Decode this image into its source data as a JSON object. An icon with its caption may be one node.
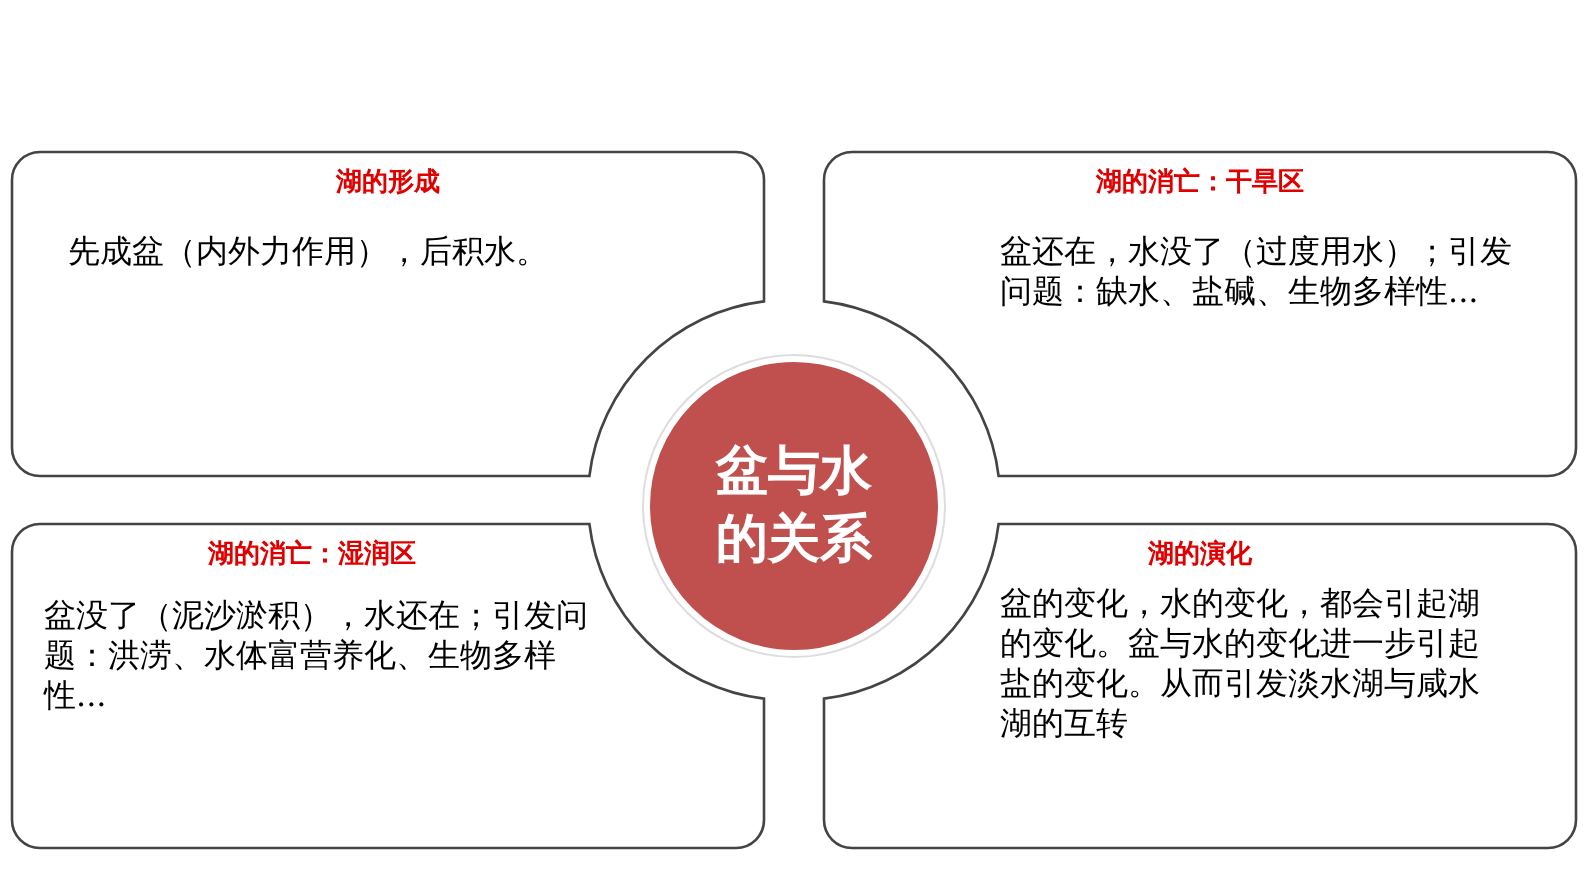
{
  "diagram": {
    "nodes": [
      {
        "text": [
          "湖的形成",
          "先成盆（内外力作用），后积水。"
        ]
      },
      {
        "text": [
          "湖的消亡：干旱区",
          "盆还在，水没了（过度用水）；引发问题：缺水、盐碱、生物多样性..."
        ]
      },
      {
        "text": [
          "盆与水的关系"
        ]
      },
      {
        "text": [
          "湖的消亡：湿润区",
          "盆没了（泥沙淤积），水还在；引发问题：洪涝、水体富营养化、生物多样性..."
        ]
      },
      {
        "text": [
          "湖的演化",
          "盆的变化，水的变化，都会引起湖的变化。盆与水的变化进一步引起盐的变化。从而引发淡水湖与咸水湖的互转"
        ]
      }
    ],
    "edges": []
  }
}
